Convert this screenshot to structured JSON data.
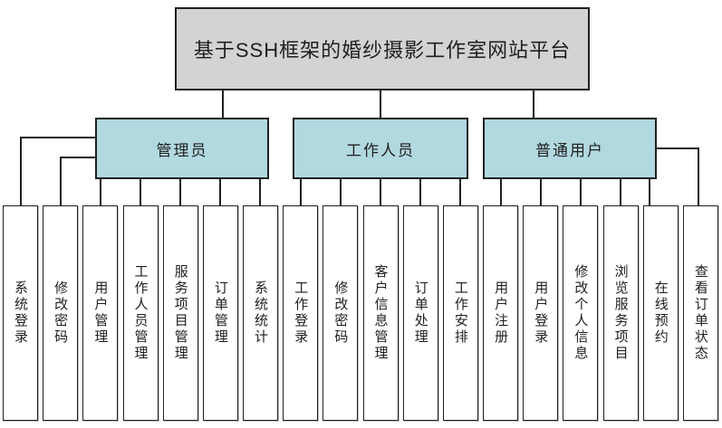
{
  "diagram": {
    "title": "基于SSH框架的婚纱摄影工作室网站平台",
    "colors": {
      "title_fill": "#d3d3d3",
      "group_fill": "#b2d8e0",
      "leaf_fill": "#ffffff",
      "line_color": "#1f1f1f"
    },
    "groups": [
      {
        "label": "管理员",
        "children": [
          "系统登录",
          "修改密码",
          "用户管理",
          "工作人员管理",
          "服务项目管理",
          "订单管理",
          "系统统计"
        ]
      },
      {
        "label": "工作人员",
        "children": [
          "工作登录",
          "修改密码",
          "客户信息管理",
          "订单处理",
          "工作安排"
        ]
      },
      {
        "label": "普通用户",
        "children": [
          "用户注册",
          "用户登录",
          "修改个人信息",
          "浏览服务项目",
          "在线预约",
          "查看订单状态"
        ]
      }
    ]
  }
}
